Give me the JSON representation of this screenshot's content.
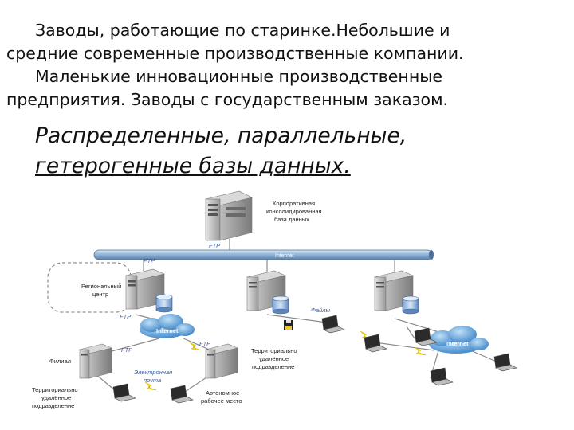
{
  "intro": {
    "line1": "Заводы, работающие по старинке.Небольшие и",
    "line2": "средние современные производственные компании.",
    "line3": "Маленькие инновационные производственные",
    "line4": "предприятия. Заводы с государственным заказом."
  },
  "heading": {
    "line1": "Распределенные, параллельные,",
    "line2": "гетерогенные базы данных."
  },
  "diagram": {
    "corporate_db": [
      "Корпоративная",
      "консолидированная",
      "база данных"
    ],
    "ftp_top": "FTP",
    "internet_bus": "Internet",
    "ftp_left": "FTP",
    "regional_center": [
      "Региональный",
      "центр"
    ],
    "ftp_mid": "FTP",
    "files": "Файлы",
    "internet_cloud_left": "Internet",
    "internet_cloud_right": "Internet",
    "ftp_branch": "FTP",
    "ftp_territorial": "FTP",
    "branch": "Филиал",
    "territorial_right": [
      "Территориально",
      "удалённое",
      "подразделение"
    ],
    "email": [
      "Электронная",
      "почта"
    ],
    "territorial_left": [
      "Территориально",
      "удалённое",
      "подразделение"
    ],
    "autonomous_workstation": [
      "Автономное",
      "рабочее место"
    ]
  }
}
